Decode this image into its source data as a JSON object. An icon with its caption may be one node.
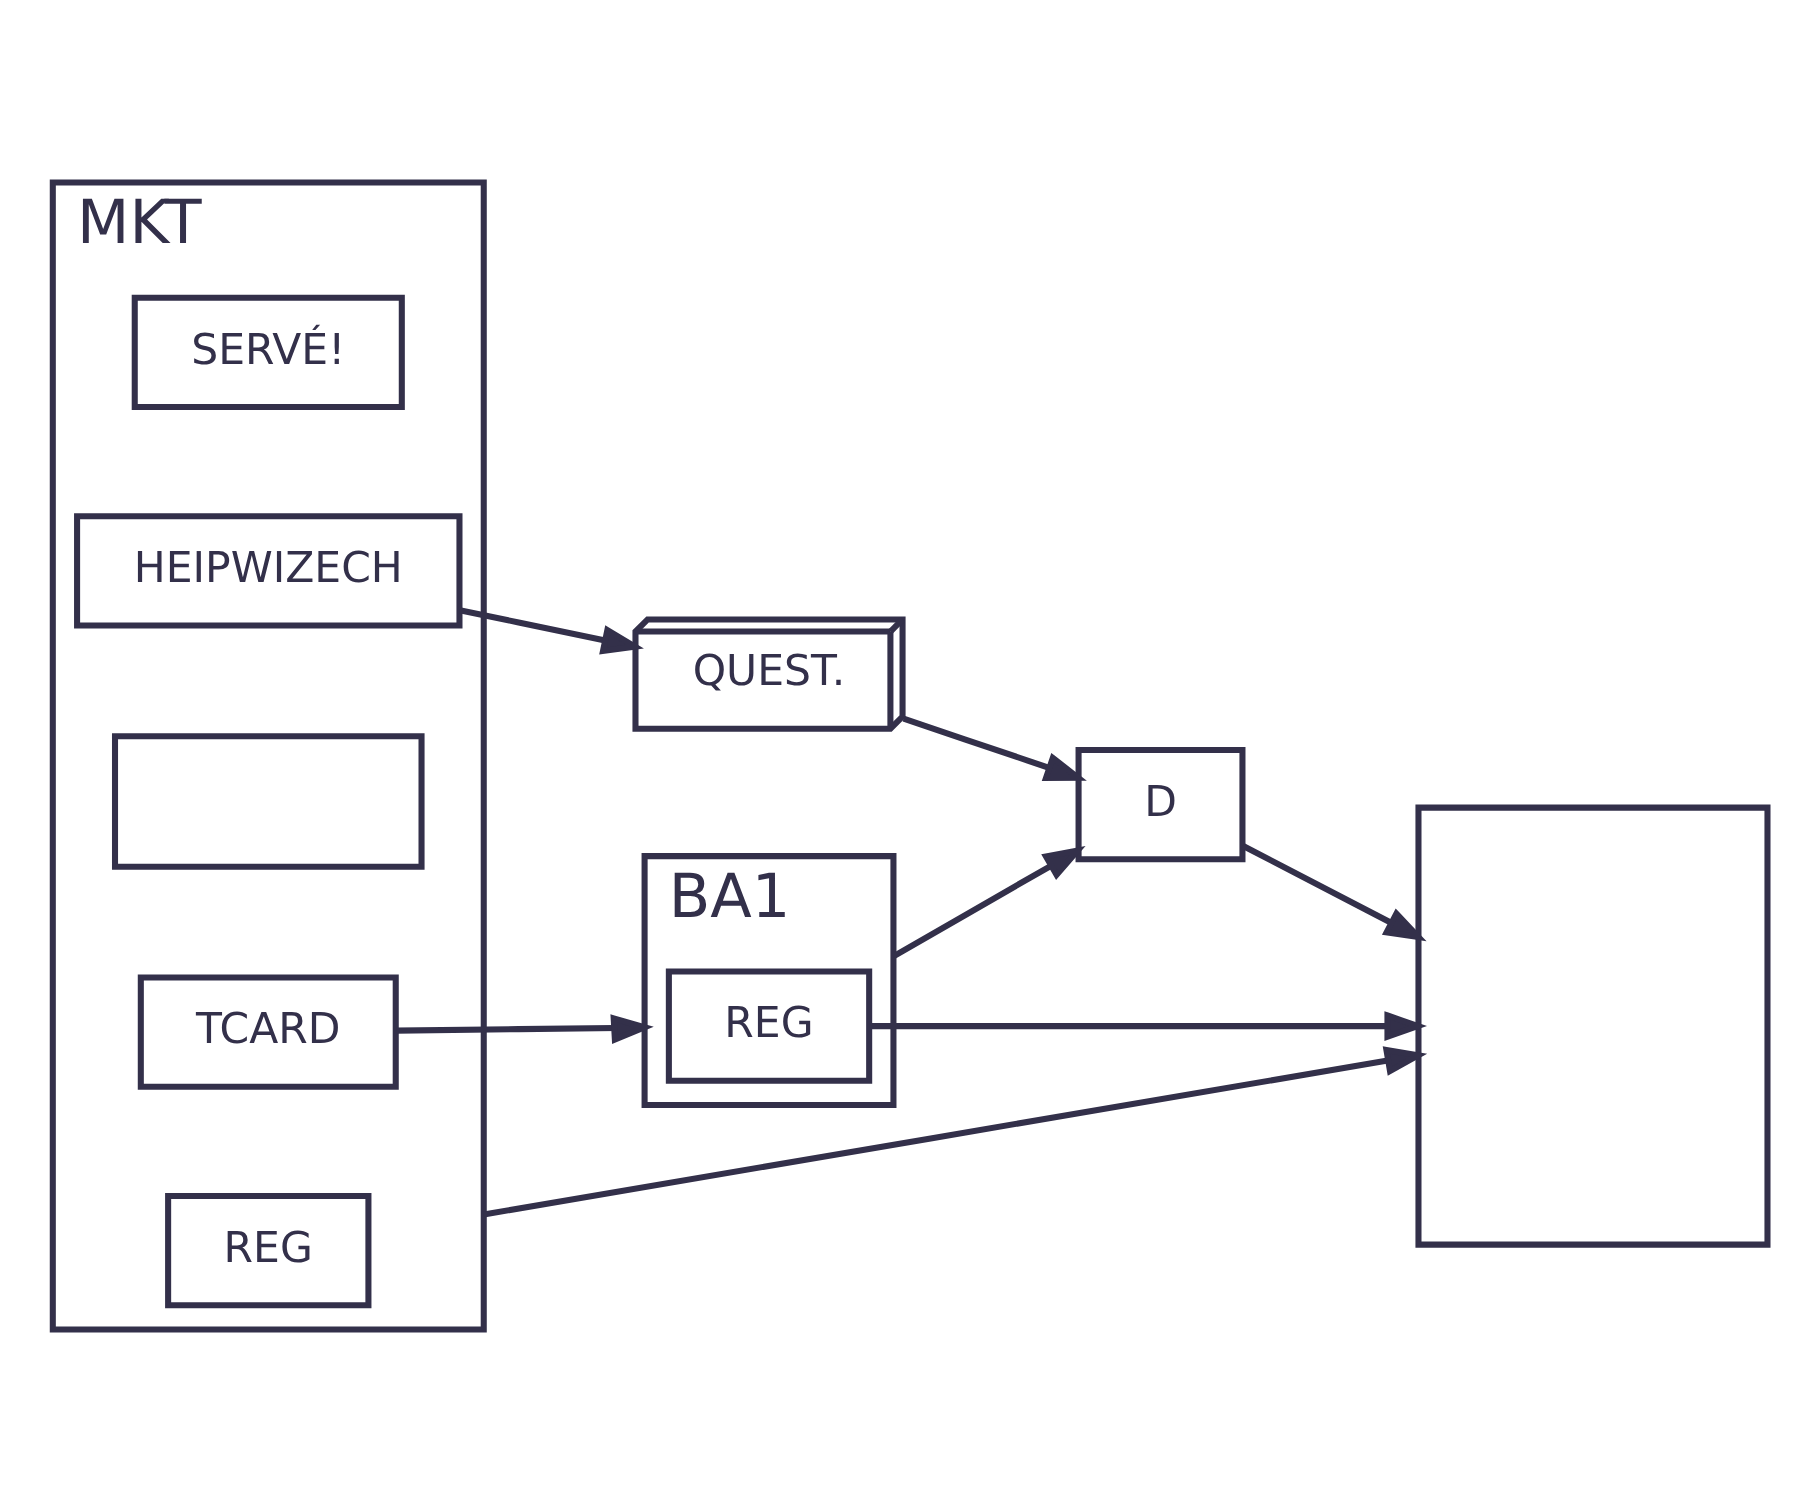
{
  "diagram": {
    "nodes": [
      {
        "text": [
          "MKT"
        ]
      },
      {
        "text": [
          "SERVÉ!"
        ],
        "in": 0
      },
      {
        "text": [
          "HEIPWIZECH"
        ],
        "in": 0
      },
      {
        "text": [],
        "shape": "box",
        "in": 0
      },
      {
        "text": [
          "TCARD"
        ],
        "in": 0
      },
      {
        "text": [
          "REG"
        ],
        "in": 0
      },
      {
        "text": [
          "QUEST."
        ]
      },
      {
        "text": [
          "BA1"
        ]
      },
      {
        "text": [
          "REG"
        ],
        "in": 7
      },
      {
        "text": [
          "D"
        ]
      },
      {
        "text": [],
        "shape": "box"
      }
    ],
    "edges": [
      {
        "from": 2,
        "to": 6,
        "arrow": "to"
      },
      {
        "from": 4,
        "to": 7,
        "arrow": "to"
      },
      {
        "from": 7,
        "to": 9,
        "arrow": "to"
      },
      {
        "from": 6,
        "to": 9,
        "arrow": "to"
      },
      {
        "from": 8,
        "to": 10,
        "arrow": "to"
      },
      {
        "from": 9,
        "to": 10,
        "arrow": "to"
      },
      {
        "from": 0,
        "to": 10,
        "arrow": "to"
      }
    ]
  }
}
